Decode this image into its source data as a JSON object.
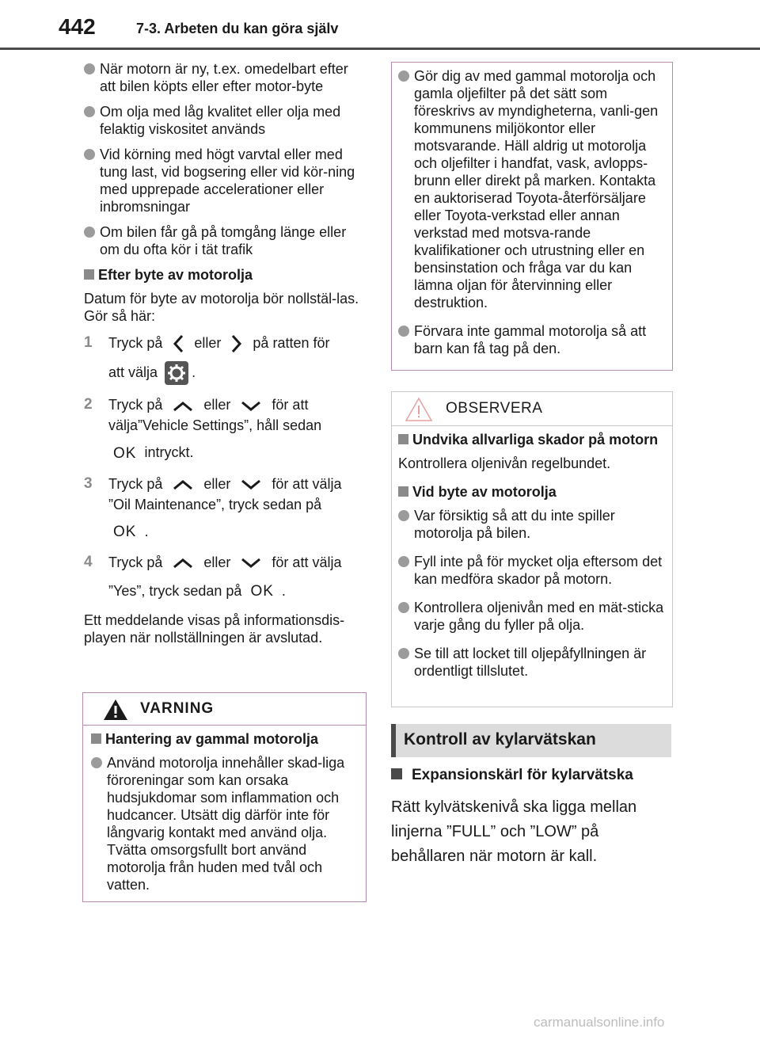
{
  "header": {
    "page_number": "442",
    "chapter": "7-3. Arbeten du kan göra själv"
  },
  "left": {
    "bullets": [
      "När motorn är ny, t.ex. omedelbart efter att bilen köpts eller efter motor-byte",
      "Om olja med låg kvalitet eller olja med felaktig viskositet används",
      "Vid körning med högt varvtal eller med tung last, vid bogsering eller vid kör-ning med upprepade accelerationer eller inbromsningar",
      "Om bilen får gå på tomgång länge eller om du ofta kör i tät trafik"
    ],
    "reset_heading": "Efter byte av motorolja",
    "reset_intro": "Datum för byte av motorolja bör nollstäl-las. Gör så här:",
    "steps": {
      "s1": {
        "num": "1",
        "a": "Tryck på",
        "b": "eller",
        "c": "på ratten för",
        "d": "att välja",
        "e": "."
      },
      "s2": {
        "num": "2",
        "a": "Tryck på",
        "b": "eller",
        "c": "för att",
        "d": "välja”Vehicle Settings”, håll sedan",
        "ok": "OK",
        "e": "intryckt."
      },
      "s3": {
        "num": "3",
        "a": "Tryck på",
        "b": "eller",
        "c": "för att välja",
        "d": "”Oil Maintenance”, tryck sedan på",
        "ok": "OK",
        "e": "."
      },
      "s4": {
        "num": "4",
        "a": "Tryck på",
        "b": "eller",
        "c": "för att välja",
        "d": "”Yes”, tryck sedan på",
        "ok": "OK",
        "e": "."
      }
    },
    "done_text": "Ett meddelande visas på informationsdis-playen när nollställningen är avslutad."
  },
  "warning": {
    "title": "VARNING",
    "heading": "Hantering av gammal motorolja",
    "bullet": "Använd motorolja innehåller skad-liga föroreningar som kan orsaka hudsjukdomar som inflammation och hudcancer. Utsätt dig därför inte för långvarig kontakt med använd olja. Tvätta omsorgsfullt bort använd motorolja från huden med tvål och vatten."
  },
  "info": {
    "bullets": [
      "Gör dig av med gammal motorolja och gamla oljefilter på det sätt som föreskrivs av myndigheterna, vanli-gen kommunens miljökontor eller motsvarande. Häll aldrig ut motorolja och oljefilter i handfat, vask, avlopps-brunn eller direkt på marken. Kontakta en auktoriserad Toyota-återförsäljare eller Toyota-verkstad eller annan verkstad med motsva-rande kvalifikationer och utrustning eller en bensinstation och fråga var du kan lämna oljan för återvinning eller destruktion.",
      "Förvara inte gammal motorolja så att barn kan få tag på den."
    ]
  },
  "observera": {
    "title": "OBSERVERA",
    "heading1": "Undvika allvarliga skador på motorn",
    "text1": "Kontrollera oljenivån regelbundet.",
    "heading2": "Vid byte av motorolja",
    "bullets": [
      "Var försiktig så att du inte spiller motorolja på bilen.",
      "Fyll inte på för mycket olja eftersom det kan medföra skador på motorn.",
      "Kontrollera oljenivån med en mät-sticka varje gång du fyller på olja.",
      "Se till att locket till oljepåfyllningen är ordentligt tillslutet."
    ]
  },
  "coolant": {
    "section_title": "Kontroll av kylarvätskan",
    "heading": "Expansionskärl för kylarvätska",
    "text": "Rätt kylvätskenivå ska ligga mellan linjerna ”FULL” och ”LOW” på behållaren när motorn är kall."
  },
  "watermark": "carmanualsonline.info",
  "colors": {
    "frame_warning": "#b58bb1",
    "bullet": "#9b9b9b",
    "header_line": "#4a4a4a"
  }
}
